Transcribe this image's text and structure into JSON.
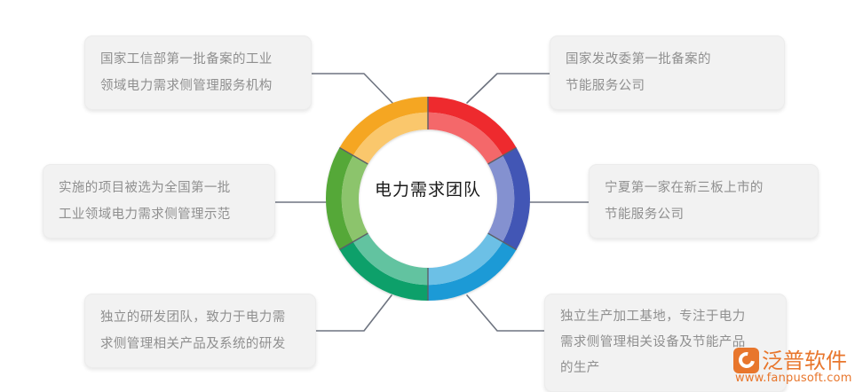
{
  "diagram": {
    "center_label": "电力需求团队",
    "callouts": [
      {
        "id": "tl",
        "text": "国家工信部第一批备案的工业\n领域电力需求侧管理服务机构"
      },
      {
        "id": "tr",
        "text": "国家发改委第一批备案的\n节能服务公司"
      },
      {
        "id": "ml",
        "text": "实施的项目被选为全国第一批\n工业领域电力需求侧管理示范"
      },
      {
        "id": "mr",
        "text": "宁夏第一家在新三板上市的\n节能服务公司"
      },
      {
        "id": "bl",
        "text": "独立的研发团队，致力于电力需\n求侧管理相关产品及系统的研发"
      },
      {
        "id": "br",
        "text": "独立生产加工基地，专注于电力\n需求侧管理相关设备及节能产品\n的生产"
      }
    ]
  },
  "chart_data": {
    "type": "pie",
    "title": "电力需求团队",
    "subtype": "donut",
    "legend_position": "none",
    "grid": false,
    "categories": [
      "国家发改委第一批备案的节能服务公司",
      "宁夏第一家在新三板上市的节能服务公司",
      "独立生产加工基地，专注于电力需求侧管理相关设备及节能产品的生产",
      "独立的研发团队，致力于电力需求侧管理相关产品及系统的研发",
      "实施的项目被选为全国第一批工业领域电力需求侧管理示范",
      "国家工信部第一批备案的工业领域电力需求侧管理服务机构"
    ],
    "values": [
      16.67,
      16.67,
      16.67,
      16.67,
      16.67,
      16.67
    ],
    "colors": [
      "#ee2b2e",
      "#4357b5",
      "#1c9ad6",
      "#0aa06a",
      "#55a838",
      "#f5a623"
    ],
    "inner_colors": [
      "#f4686a",
      "#8491d0",
      "#6cc0e6",
      "#62c3a0",
      "#8cc46c",
      "#fac76c"
    ],
    "start_angle_deg": 0,
    "segment_span_deg": 60,
    "outer_radius": 115,
    "inner_radius": 78
  },
  "watermark": {
    "brand": "泛普软件",
    "url": "www.fanpusoft.com",
    "brand_color": "#e8762c"
  },
  "icons": {
    "logo": "fanpu-logo-icon"
  }
}
